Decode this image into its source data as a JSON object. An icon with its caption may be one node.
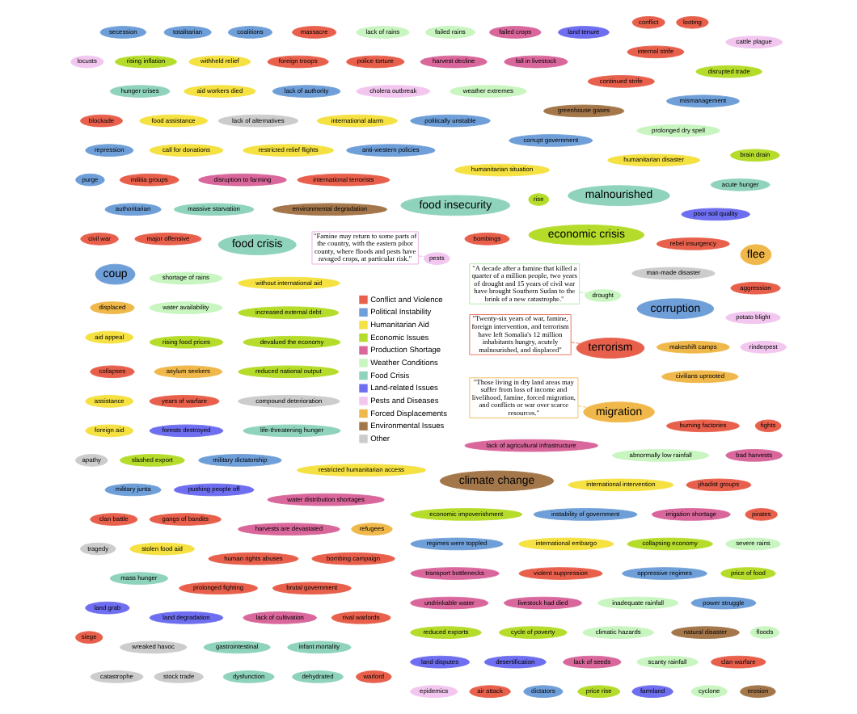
{
  "diagram": {
    "nodes": [
      {
        "text": [
          "\"Those living in dry land areas may suffer from loss of income and livelihood, famine, forced migration, and conflicts or war over scarce resources.\""
        ]
      },
      {
        "text": [
          "\"Twenty-six years of war, famine, foreign intervention, and terrorism have left Somalia's 12 million inhabitants hungry, acutely malnourished, and displaced\""
        ]
      },
      {
        "text": [
          "\"Famine may return to some parts of the country, with the eastern pibor county, where floods and pests have ravaged crops, at particular risk.\""
        ]
      },
      {
        "text": [
          "\"A decade after a famine that killed a quarter of a million people, two years of drought and 15 years of civil war have brought Southern Sudan to the brink of a new catastrophe.\""
        ]
      },
      {
        "text": [
          "civilians uprooted"
        ]
      },
      {
        "text": [
          "displaced"
        ]
      },
      {
        "text": [
          "refugees"
        ]
      },
      {
        "text": [
          "asylum seekers"
        ]
      },
      {
        "text": [
          "makeshift camps"
        ]
      },
      {
        "text": [
          "flee"
        ]
      },
      {
        "text": [
          "migration"
        ]
      },
      {
        "text": [
          "collapses"
        ]
      },
      {
        "text": [
          "blockade"
        ]
      },
      {
        "text": [
          "siege"
        ]
      },
      {
        "text": [
          "warlord"
        ]
      },
      {
        "text": [
          "fights"
        ]
      },
      {
        "text": [
          "clan warfare"
        ]
      },
      {
        "text": [
          "rival warlords"
        ]
      },
      {
        "text": [
          "clan battle"
        ]
      },
      {
        "text": [
          "jihadist groups"
        ]
      },
      {
        "text": [
          "militia groups"
        ]
      },
      {
        "text": [
          "rebel insurgency"
        ]
      },
      {
        "text": [
          "pirates"
        ]
      },
      {
        "text": [
          "looting"
        ]
      },
      {
        "text": [
          "massacre"
        ]
      },
      {
        "text": [
          "prolonged fighting"
        ]
      },
      {
        "text": [
          "violent suppression"
        ]
      },
      {
        "text": [
          "aggression"
        ]
      },
      {
        "text": [
          "police torture"
        ]
      },
      {
        "text": [
          "internal strife"
        ]
      },
      {
        "text": [
          "civil war"
        ]
      },
      {
        "text": [
          "brutal government"
        ]
      },
      {
        "text": [
          "conflict"
        ]
      },
      {
        "text": [
          "continued strife"
        ]
      },
      {
        "text": [
          "major offensive"
        ]
      },
      {
        "text": [
          "human rights abuses"
        ]
      },
      {
        "text": [
          "terrorism"
        ]
      },
      {
        "text": [
          "bombing campaign"
        ]
      },
      {
        "text": [
          "bombings"
        ]
      },
      {
        "text": [
          "air attack"
        ]
      },
      {
        "text": [
          "international terrorists"
        ]
      },
      {
        "text": [
          "foreign troops"
        ]
      },
      {
        "text": [
          "years of warfare"
        ]
      },
      {
        "text": [
          "burning factories"
        ]
      },
      {
        "text": [
          "gangs of bandits"
        ]
      },
      {
        "text": [
          "purge"
        ]
      },
      {
        "text": [
          "coup"
        ]
      },
      {
        "text": [
          "coalitions"
        ]
      },
      {
        "text": [
          "totalitarian"
        ]
      },
      {
        "text": [
          "dictators"
        ]
      },
      {
        "text": [
          "authoritarian"
        ]
      },
      {
        "text": [
          "oppressive regimes"
        ]
      },
      {
        "text": [
          "regimes were toppled"
        ]
      },
      {
        "text": [
          "secession"
        ]
      },
      {
        "text": [
          "military dictatorship"
        ]
      },
      {
        "text": [
          "military junta"
        ]
      },
      {
        "text": [
          "mismanagement"
        ]
      },
      {
        "text": [
          "corrupt government"
        ]
      },
      {
        "text": [
          "corruption"
        ]
      },
      {
        "text": [
          "repression"
        ]
      },
      {
        "text": [
          "politically unstable"
        ]
      },
      {
        "text": [
          "power struggle"
        ]
      },
      {
        "text": [
          "anti-western policies"
        ]
      },
      {
        "text": [
          "instability of government"
        ]
      },
      {
        "text": [
          "lack of authority"
        ]
      },
      {
        "text": [
          "international embargo"
        ]
      },
      {
        "text": [
          "international intervention"
        ]
      },
      {
        "text": [
          "international alarm"
        ]
      },
      {
        "text": [
          "aid appeal"
        ]
      },
      {
        "text": [
          "assistance"
        ]
      },
      {
        "text": [
          "call for donations"
        ]
      },
      {
        "text": [
          "humanitarian situation"
        ]
      },
      {
        "text": [
          "without international aid"
        ]
      },
      {
        "text": [
          "humanitarian disaster"
        ]
      },
      {
        "text": [
          "restricted humanitarian access"
        ]
      },
      {
        "text": [
          "withheld relief"
        ]
      },
      {
        "text": [
          "foreign aid"
        ]
      },
      {
        "text": [
          "aid workers died"
        ]
      },
      {
        "text": [
          "stolen food aid"
        ]
      },
      {
        "text": [
          "food assistance"
        ]
      },
      {
        "text": [
          "restricted relief flights"
        ]
      },
      {
        "text": [
          "economic crisis"
        ]
      },
      {
        "text": [
          "economic impoverishment"
        ]
      },
      {
        "text": [
          "disrupted trade"
        ]
      },
      {
        "text": [
          "increased external debt"
        ]
      },
      {
        "text": [
          "collapsing economy"
        ]
      },
      {
        "text": [
          "rise"
        ]
      },
      {
        "text": [
          "price rise"
        ]
      },
      {
        "text": [
          "rising food prices"
        ]
      },
      {
        "text": [
          "rising inflation"
        ]
      },
      {
        "text": [
          "slashed export"
        ]
      },
      {
        "text": [
          "reduced exports"
        ]
      },
      {
        "text": [
          "price of food"
        ]
      },
      {
        "text": [
          "cycle of poverty"
        ]
      },
      {
        "text": [
          "devalued the economy"
        ]
      },
      {
        "text": [
          "reduced national output"
        ]
      },
      {
        "text": [
          "brain drain"
        ]
      },
      {
        "text": [
          "apathy"
        ]
      },
      {
        "text": [
          "wreaked havoc"
        ]
      },
      {
        "text": [
          "catastrophe"
        ]
      },
      {
        "text": [
          "tragedy"
        ]
      },
      {
        "text": [
          "man-made disaster"
        ]
      },
      {
        "text": [
          "lack of alternatives"
        ]
      },
      {
        "text": [
          "stock trade"
        ]
      },
      {
        "text": [
          "compound deterioration"
        ]
      },
      {
        "text": [
          "dysfunction"
        ]
      },
      {
        "text": [
          "gastrointestinal"
        ]
      },
      {
        "text": [
          "malnourished"
        ]
      },
      {
        "text": [
          "dehydrated"
        ]
      },
      {
        "text": [
          "infant mortality"
        ]
      },
      {
        "text": [
          "life-threatening hunger"
        ]
      },
      {
        "text": [
          "hunger crises"
        ]
      },
      {
        "text": [
          "acute hunger"
        ]
      },
      {
        "text": [
          "massive starvation"
        ]
      },
      {
        "text": [
          "mass hunger"
        ]
      },
      {
        "text": [
          "food crisis"
        ]
      },
      {
        "text": [
          "food insecurity"
        ]
      },
      {
        "text": [
          "forests destroyed"
        ]
      },
      {
        "text": [
          "land disputes"
        ]
      },
      {
        "text": [
          "pushing people off"
        ]
      },
      {
        "text": [
          "land tenure"
        ]
      },
      {
        "text": [
          "farmland"
        ]
      },
      {
        "text": [
          "land grab"
        ]
      },
      {
        "text": [
          "land degradation"
        ]
      },
      {
        "text": [
          "desertification"
        ]
      },
      {
        "text": [
          "poor soil quality"
        ]
      },
      {
        "text": [
          "undrinkable water"
        ]
      },
      {
        "text": [
          "livestock had died"
        ]
      },
      {
        "text": [
          "failed crops"
        ]
      },
      {
        "text": [
          "fall in livestock"
        ]
      },
      {
        "text": [
          "disruption to farming"
        ]
      },
      {
        "text": [
          "lack of seeds"
        ]
      },
      {
        "text": [
          "lack of agricultural infrastructure"
        ]
      },
      {
        "text": [
          "harvests are devastated"
        ]
      },
      {
        "text": [
          "lack of cultivation"
        ]
      },
      {
        "text": [
          "transport bottlenecks"
        ]
      },
      {
        "text": [
          "water distribution shortages"
        ]
      },
      {
        "text": [
          "bad harvests"
        ]
      },
      {
        "text": [
          "harvest decline"
        ]
      },
      {
        "text": [
          "irrigation shortage"
        ]
      },
      {
        "text": [
          "cyclone"
        ]
      },
      {
        "text": [
          "floods"
        ]
      },
      {
        "text": [
          "drought"
        ]
      },
      {
        "text": [
          "severe rains"
        ]
      },
      {
        "text": [
          "failed rains"
        ]
      },
      {
        "text": [
          "inadequate rainfall"
        ]
      },
      {
        "text": [
          "scanty rainfall"
        ]
      },
      {
        "text": [
          "abnormally low rainfall"
        ]
      },
      {
        "text": [
          "shortage of rains"
        ]
      },
      {
        "text": [
          "lack of rains"
        ]
      },
      {
        "text": [
          "prolonged dry spell"
        ]
      },
      {
        "text": [
          "weather extremes"
        ]
      },
      {
        "text": [
          "climatic hazards"
        ]
      },
      {
        "text": [
          "water availability"
        ]
      },
      {
        "text": [
          "rinderpest"
        ]
      },
      {
        "text": [
          "locusts"
        ]
      },
      {
        "text": [
          "epidemics"
        ]
      },
      {
        "text": [
          "pests"
        ]
      },
      {
        "text": [
          "cholera outbreak"
        ]
      },
      {
        "text": [
          "potato blight"
        ]
      },
      {
        "text": [
          "cattle plague"
        ]
      },
      {
        "text": [
          "climate change"
        ]
      },
      {
        "text": [
          "natural disaster"
        ]
      },
      {
        "text": [
          "environmental degradation"
        ]
      },
      {
        "text": [
          "erosion"
        ]
      },
      {
        "text": [
          "greenhouse gases"
        ]
      }
    ],
    "edges": [
      {
        "from": 0,
        "to": 10,
        "arrow": "none",
        "style": "dashed",
        "color": "#f0b84a"
      },
      {
        "from": 1,
        "to": 36,
        "arrow": "none",
        "style": "dashed",
        "color": "#e8604c"
      },
      {
        "from": 2,
        "to": 157,
        "arrow": "none",
        "style": "dashed",
        "color": "#e8a6e0"
      },
      {
        "from": 3,
        "to": 142,
        "arrow": "none",
        "style": "dashed",
        "color": "#a8e6a0"
      }
    ],
    "legend": [
      {
        "text": "Conflict and Violence",
        "color": "#e8604c"
      },
      {
        "text": "Political Instability",
        "color": "#6f9fd8"
      },
      {
        "text": "Humanitarian Aid",
        "color": "#f5e142"
      },
      {
        "text": "Economic Issues",
        "color": "#b5dc2a"
      },
      {
        "text": "Production Shortage",
        "color": "#d9679b"
      },
      {
        "text": "Weather Conditions",
        "color": "#c8f5c0"
      },
      {
        "text": "Food Crisis",
        "color": "#8fd3bd"
      },
      {
        "text": "Land-related Issues",
        "color": "#6e6ef0"
      },
      {
        "text": "Pests and Diseases",
        "color": "#f2c6ef"
      },
      {
        "text": "Forced Displacements",
        "color": "#f0b84a"
      },
      {
        "text": "Environmental Issues",
        "color": "#a4774b"
      },
      {
        "text": "Other",
        "color": "#cccccc"
      }
    ]
  }
}
